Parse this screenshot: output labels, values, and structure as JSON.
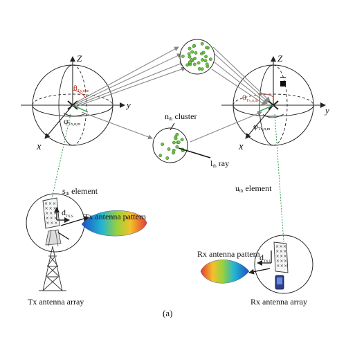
{
  "labels": {
    "tx_z": "Z",
    "tx_y": "y",
    "tx_x": "x",
    "rx_z": "Z",
    "rx_y": "y",
    "rx_x": "x",
    "tx_theta": "θ",
    "tx_theta_sub": "Tx,n,m",
    "tx_phi": "φ",
    "tx_phi_sub": "Tx,n,m",
    "rx_theta": "θ",
    "rx_theta_sub": "Tx,n,m",
    "rx_phi": "φ",
    "rx_phi_sub": "Tx,n,m",
    "cluster_n": "n",
    "cluster_th": "th",
    "cluster_word": " cluster",
    "ray_l": "l",
    "ray_th": "th",
    "ray_word": " ray",
    "s_element": "s",
    "s_th": "th",
    "s_word": " element",
    "u_element": "u",
    "u_th": "th",
    "u_word": " element",
    "tx_pattern": "Tx antenna pattern",
    "rx_pattern": "Rx antenna pattern",
    "tx_array": "Tx antenna array",
    "rx_array": "Rx antenna array",
    "tx_d": "d",
    "tx_d_sub": "TX,S",
    "rx_d": "d",
    "rx_d_sub": "TX,U",
    "caption": "(a)"
  },
  "colors": {
    "sphere": "#222222",
    "ray": "#888888",
    "cluster_dot": "#6fbf4a",
    "angle": "#c0392b",
    "link": "#2e9e4a"
  }
}
